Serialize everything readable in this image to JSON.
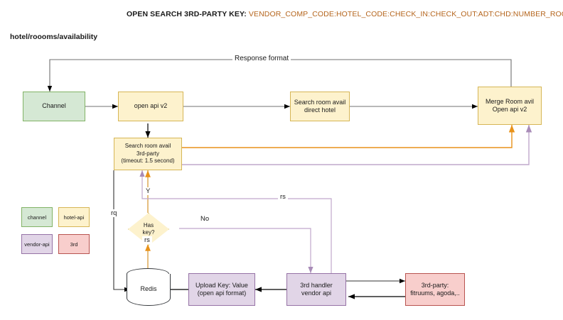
{
  "header": {
    "title_prefix": "OPEN SEARCH 3RD-PARTY KEY:",
    "title_key": "VENDOR_COMP_CODE:HOTEL_CODE:CHECK_IN:CHECK_OUT:ADT:CHD:NUMBER_ROOMS",
    "subtitle": "hotel/roooms/availability"
  },
  "nodes": {
    "channel": "Channel",
    "open_api_v2": "open api v2",
    "search_direct": "Search room avail\ndirect hotel",
    "merge": "Merge Room avil\nOpen api v2",
    "search_3rd": "Search room avail\n3rd-party\n(timeout: 1.5 second)",
    "has_key": "Has\nkey?",
    "redis": "Redis",
    "upload_key": "Upload Key: Value\n(open api format)",
    "handler": "3rd handler\nvendor api",
    "third_party": "3rd-party:\nfitruums, agoda,.."
  },
  "edge_labels": {
    "response_format": "Response format",
    "yes": "Y",
    "no": "No",
    "rq": "rq",
    "rs_redis": "rs",
    "rs_handler": "rs"
  },
  "legend": [
    {
      "label": "channel",
      "kind": "channel"
    },
    {
      "label": "hotel-api",
      "kind": "hotel"
    },
    {
      "label": "vendor-api",
      "kind": "vendor"
    },
    {
      "label": "3rd",
      "kind": "third"
    }
  ],
  "colors": {
    "hotel_fill": "#fdf2cd",
    "hotel_stroke": "#d6b656",
    "channel_fill": "#d5e8d4",
    "channel_stroke": "#82b366",
    "vendor_fill": "#e1d5e7",
    "vendor_stroke": "#9673a6",
    "third_fill": "#f8cecc",
    "third_stroke": "#b85450",
    "orange_edge": "#e8921a",
    "purple_edge": "#c0a8cc",
    "black_edge": "#000000",
    "gray_edge": "#707070",
    "key_text": "#b5651d"
  }
}
